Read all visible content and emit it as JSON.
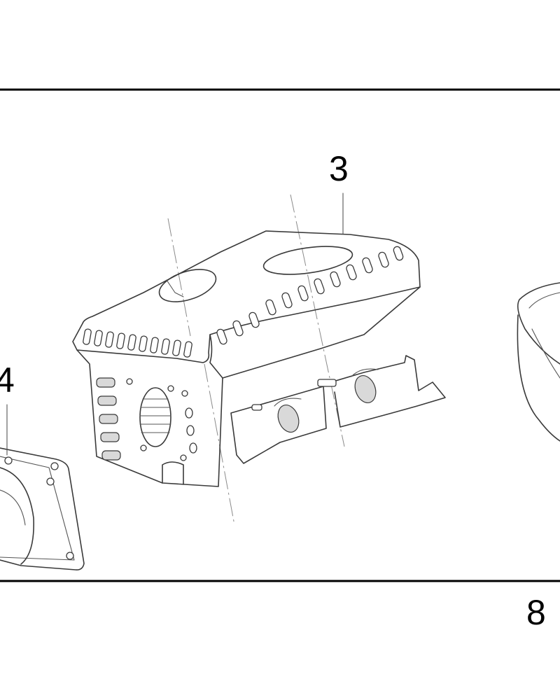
{
  "callouts": {
    "shroud": "3",
    "cylinder": "4",
    "part_right": "8"
  },
  "colors": {
    "frame": "#000000",
    "line_art": "#3a3a3a",
    "center_line": "#8a8a8a",
    "background": "#ffffff"
  }
}
